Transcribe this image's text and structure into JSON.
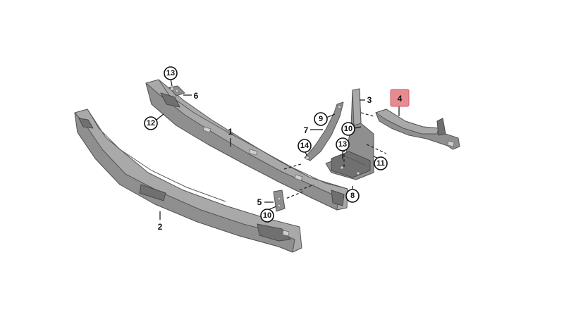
{
  "accent": {
    "highlight_fill": "#e88a91",
    "part_fill": "#8f8f8f"
  },
  "callouts": {
    "c1": "1",
    "c2": "2",
    "c3": "3",
    "c4": "4",
    "c5": "5",
    "c6": "6",
    "c7": "7",
    "c8": "8",
    "c9": "9",
    "c10a": "10",
    "c10b": "10",
    "c11": "11",
    "c12": "12",
    "c13a": "13",
    "c13b": "13",
    "c14": "14"
  }
}
